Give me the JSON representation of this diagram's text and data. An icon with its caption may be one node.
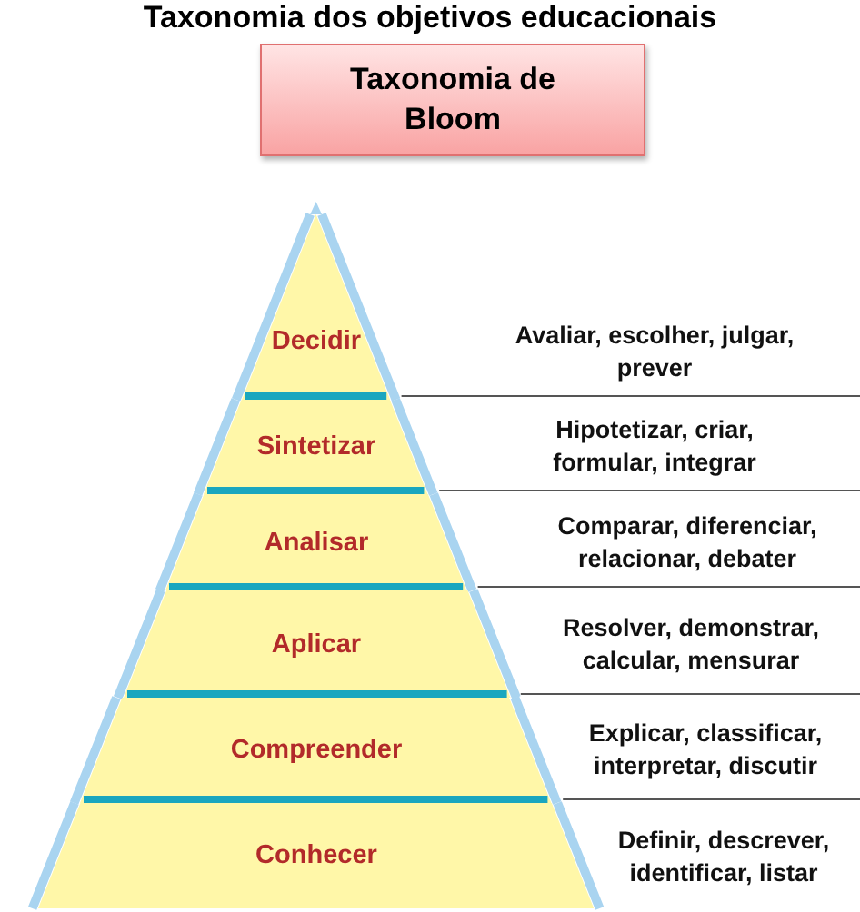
{
  "diagram": {
    "title": "Taxonomia dos objetivos educacionais",
    "nodes": [
      {
        "text": [
          "Taxonomia de Bloom"
        ]
      },
      {
        "text": [
          "Decidir"
        ]
      },
      {
        "text": [
          "Sintetizar"
        ]
      },
      {
        "text": [
          "Analisar"
        ]
      },
      {
        "text": [
          "Aplicar"
        ]
      },
      {
        "text": [
          "Compreender"
        ]
      },
      {
        "text": [
          "Conhecer"
        ]
      }
    ],
    "labels": [
      "Avaliar, escolher, julgar, prever",
      "Hipotetizar, criar, formular, integrar",
      "Comparar, diferenciar, relacionar, debater",
      "Resolver, demonstrar, calcular, mensurar",
      "Explicar, classificar, interpretar, discutir",
      "Definir, descrever, identificar, listar"
    ]
  }
}
